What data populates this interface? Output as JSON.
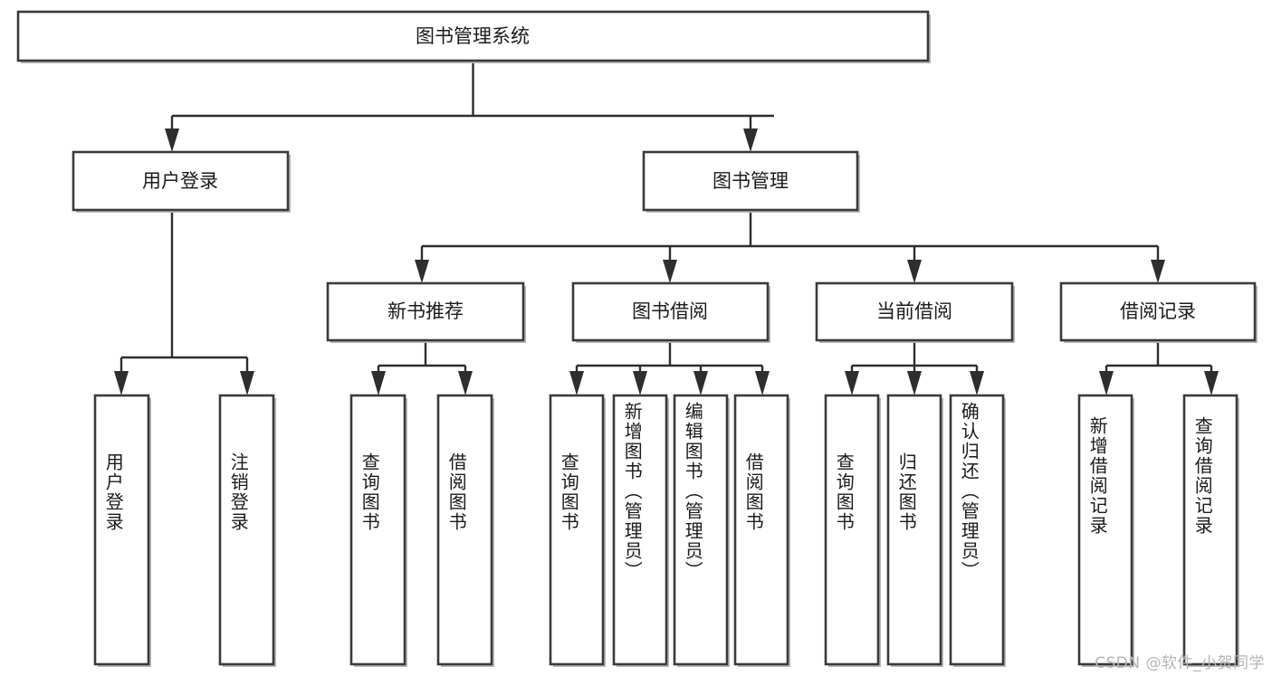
{
  "diagram": {
    "type": "tree",
    "title": "图书管理系统",
    "watermark": "CSDN @软件_小贺同学",
    "colors": {
      "box_stroke": "#3a3a3a",
      "connector": "#2e2e2e",
      "box_fill": "#ffffff",
      "background": "#ffffff",
      "watermark": "#b5b5b5"
    },
    "root": {
      "label": "图书管理系统"
    },
    "level2": [
      {
        "label": "用户登录"
      },
      {
        "label": "图书管理"
      }
    ],
    "level3": [
      {
        "label": "新书推荐"
      },
      {
        "label": "图书借阅"
      },
      {
        "label": "当前借阅"
      },
      {
        "label": "借阅记录"
      }
    ],
    "leaves": {
      "user_login": [
        {
          "label": "用户登录"
        },
        {
          "label": "注销登录"
        }
      ],
      "new_book_recommend": [
        {
          "label": "查询图书"
        },
        {
          "label": "借阅图书"
        }
      ],
      "book_borrow": [
        {
          "label": "查询图书"
        },
        {
          "label": "新增图书（管理员）"
        },
        {
          "label": "编辑图书（管理员）"
        },
        {
          "label": "借阅图书"
        }
      ],
      "current_borrow": [
        {
          "label": "查询图书"
        },
        {
          "label": "归还图书"
        },
        {
          "label": "确认归还（管理员）"
        }
      ],
      "borrow_record": [
        {
          "label": "新增借阅记录"
        },
        {
          "label": "查询借阅记录"
        }
      ]
    }
  }
}
